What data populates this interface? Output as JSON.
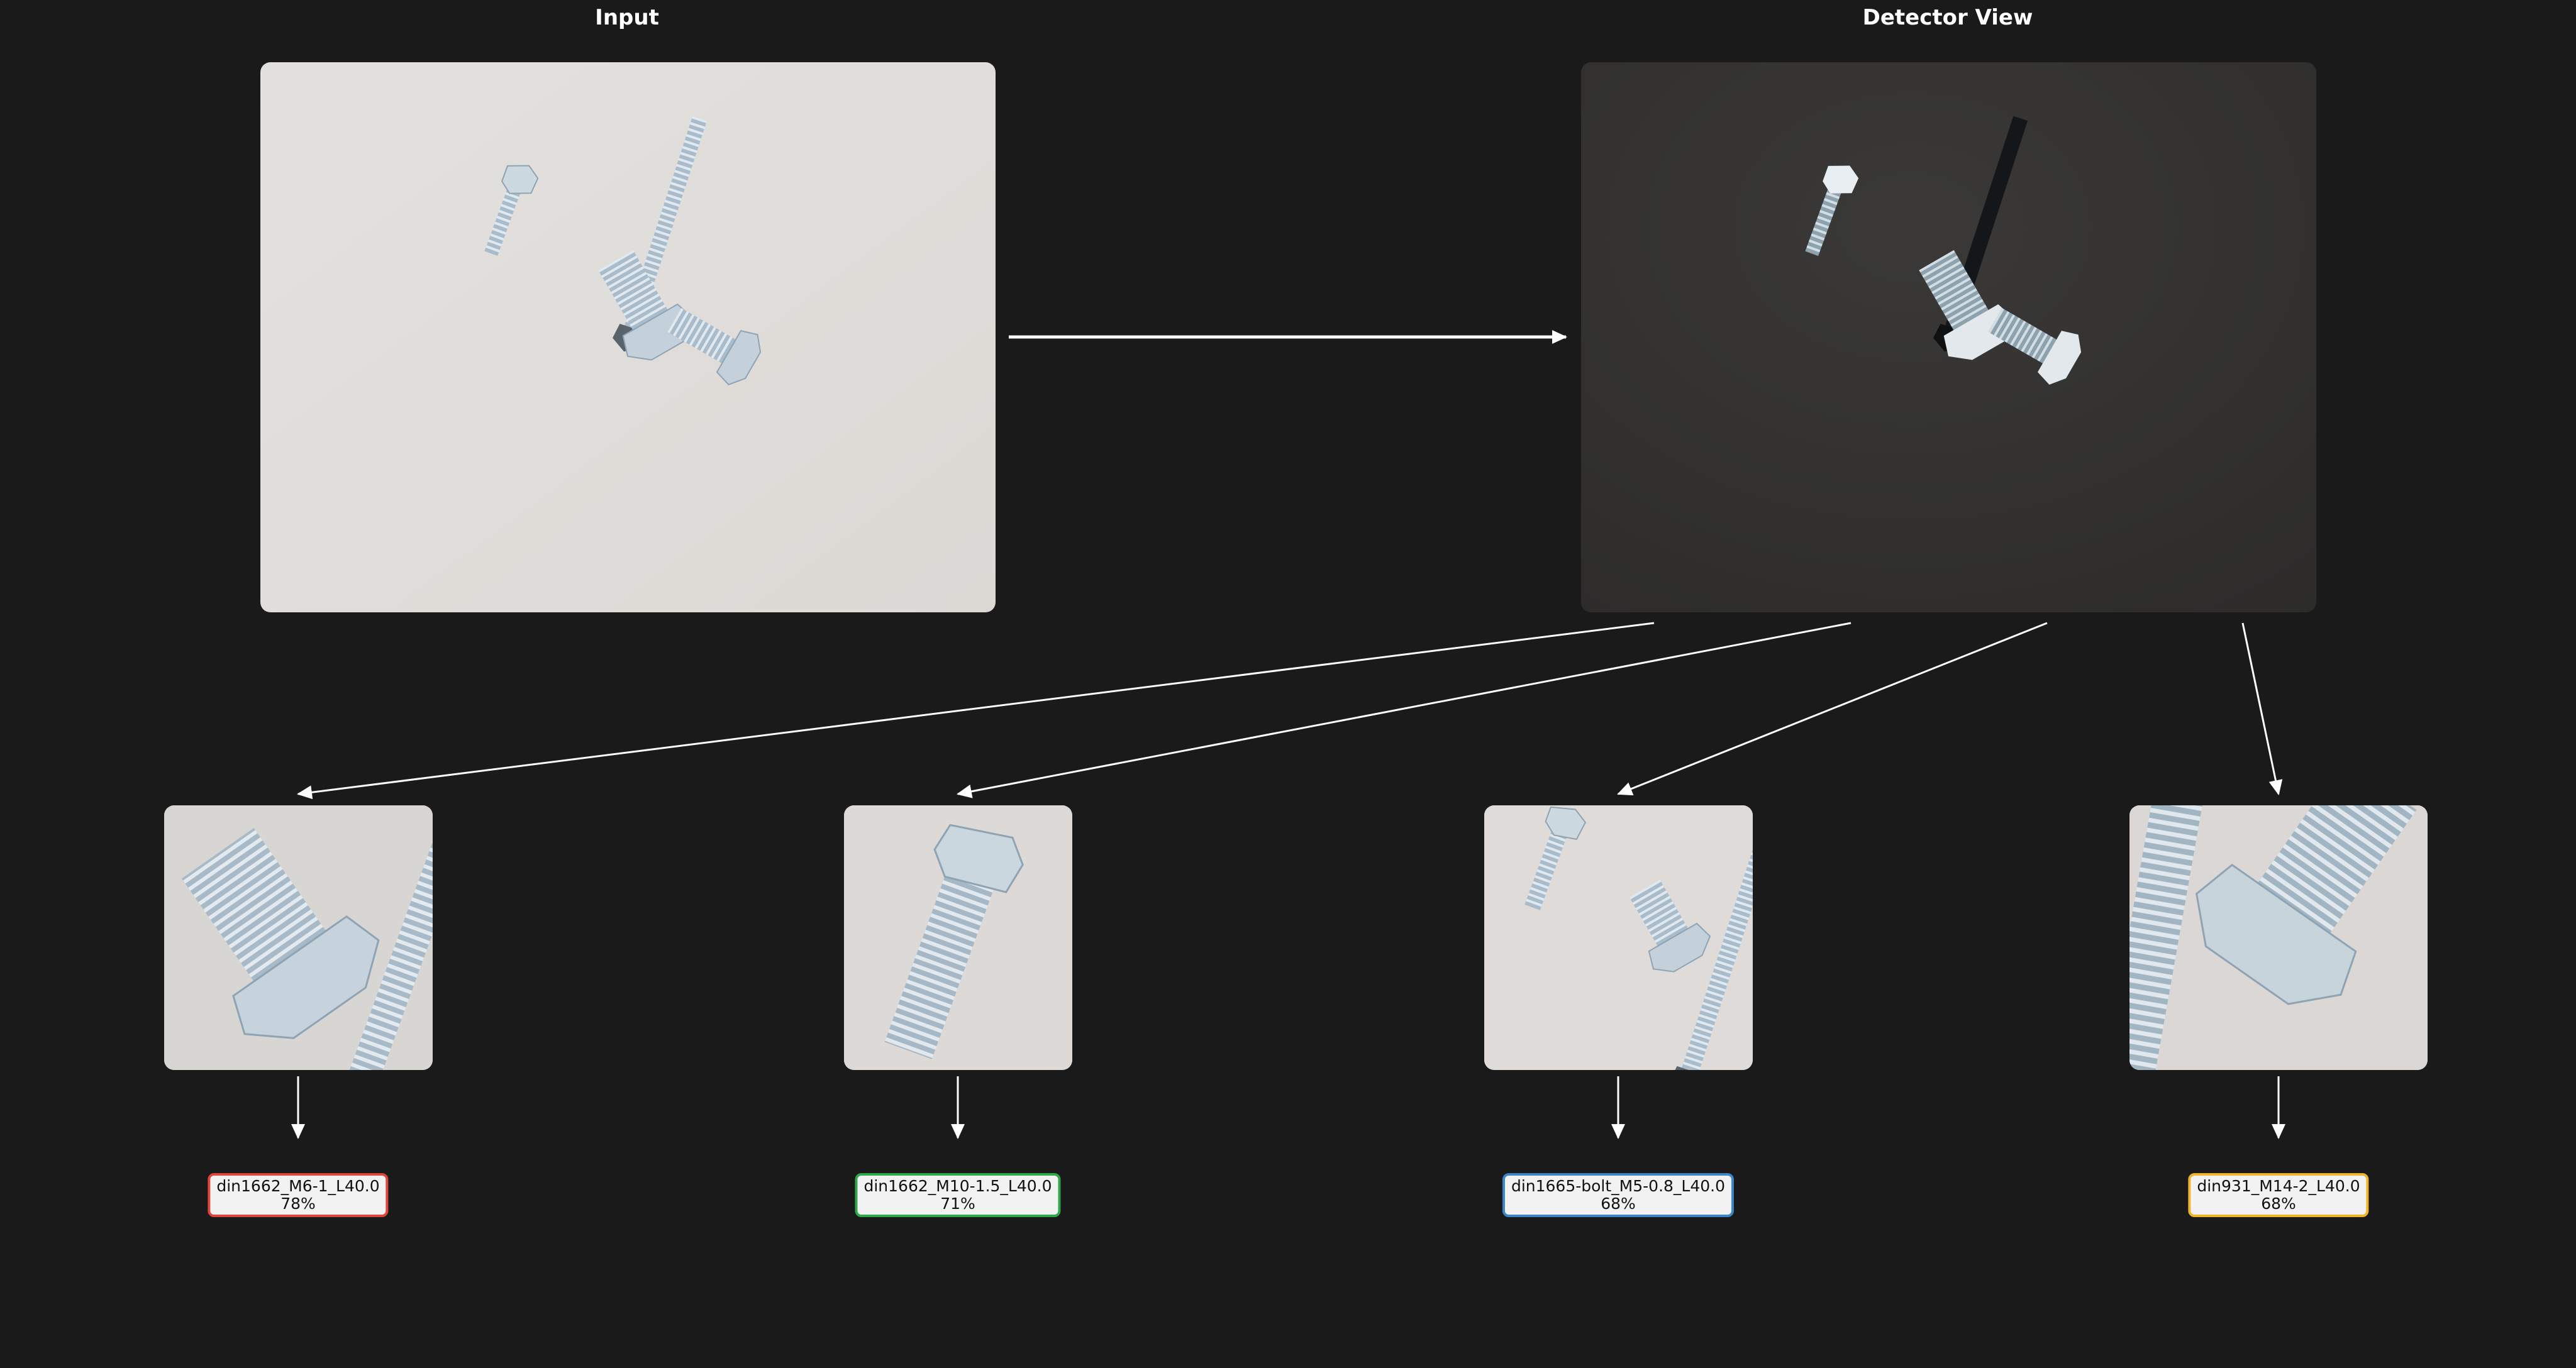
{
  "titles": {
    "input": "Input",
    "detector": "Detector View"
  },
  "detections": [
    {
      "label": "din1662_M6-1_L40.0",
      "score": "78%",
      "color": "#e0453c"
    },
    {
      "label": "din1662_M10-1.5_L40.0",
      "score": "71%",
      "color": "#2fa84a"
    },
    {
      "label": "din1665-bolt_M5-0.8_L40.0",
      "score": "68%",
      "color": "#3a86c8"
    },
    {
      "label": "din931_M14-2_L40.0",
      "score": "68%",
      "color": "#f0b429"
    }
  ],
  "colors": {
    "background": "#1a1a1a",
    "arrow": "#ffffff",
    "input_panel": "#e2e0dd",
    "detector_panel": "#323130"
  }
}
